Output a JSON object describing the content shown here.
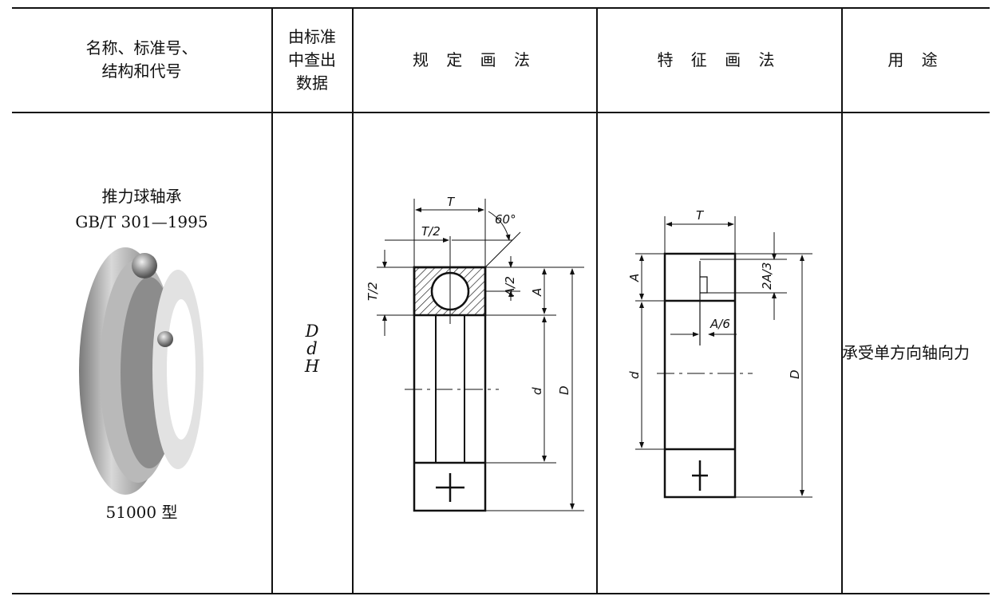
{
  "headers": {
    "col1_line1": "名称、标准号、",
    "col1_line2": "结构和代号",
    "col2_line1": "由标准",
    "col2_line2": "中查出",
    "col2_line3": "数据",
    "col3": "规 定 画 法",
    "col4": "特 征 画 法",
    "col5": "用 途"
  },
  "row": {
    "name": "推力球轴承",
    "standard": "GB/T 301—1995",
    "type_label": "51000 型",
    "data_symbols": [
      "D",
      "d",
      "H"
    ],
    "usage": "承受单方向轴向力"
  },
  "drawing_labels": {
    "specified": {
      "T": "T",
      "T_half": "T/2",
      "angle": "60°",
      "T_half_side": "T/2",
      "A_half": "A/2",
      "A": "A",
      "d": "d",
      "D": "D"
    },
    "characteristic": {
      "T": "T",
      "A": "A",
      "two_thirds_A": "2A/3",
      "A_sixth": "A/6",
      "d": "d",
      "D": "D"
    }
  },
  "colors": {
    "line": "#111111",
    "background": "#ffffff"
  }
}
